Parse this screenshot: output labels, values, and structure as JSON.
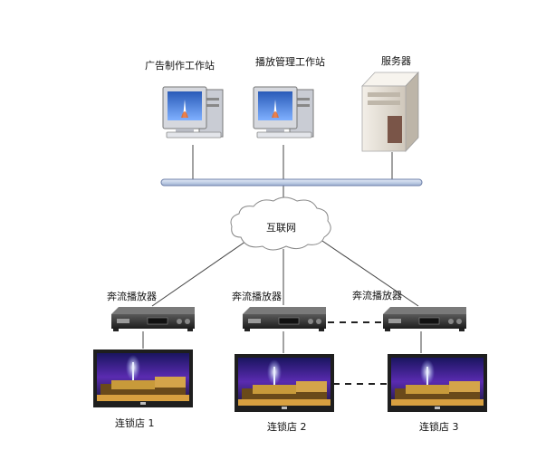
{
  "nodes": {
    "ad_workstation": "广告制作工作站",
    "play_mgmt_workstation": "播放管理工作站",
    "server": "服务器",
    "internet": "互联网",
    "player_1": "奔流播放器",
    "player_2": "奔流播放器",
    "player_3": "奔流播放器",
    "store_1": "连锁店 1",
    "store_2": "连锁店 2",
    "store_3": "连锁店 3"
  },
  "icons": {
    "workstation": "desktop-computer-icon",
    "server": "server-tower-icon",
    "cloud": "cloud-icon",
    "player": "media-player-box-icon",
    "display": "lcd-display-icon"
  },
  "colors": {
    "bus": "#b8c8e4",
    "line": "#444444",
    "screen_sky": "#3a1e88",
    "monitor_bezel": "#2a2a2a"
  }
}
